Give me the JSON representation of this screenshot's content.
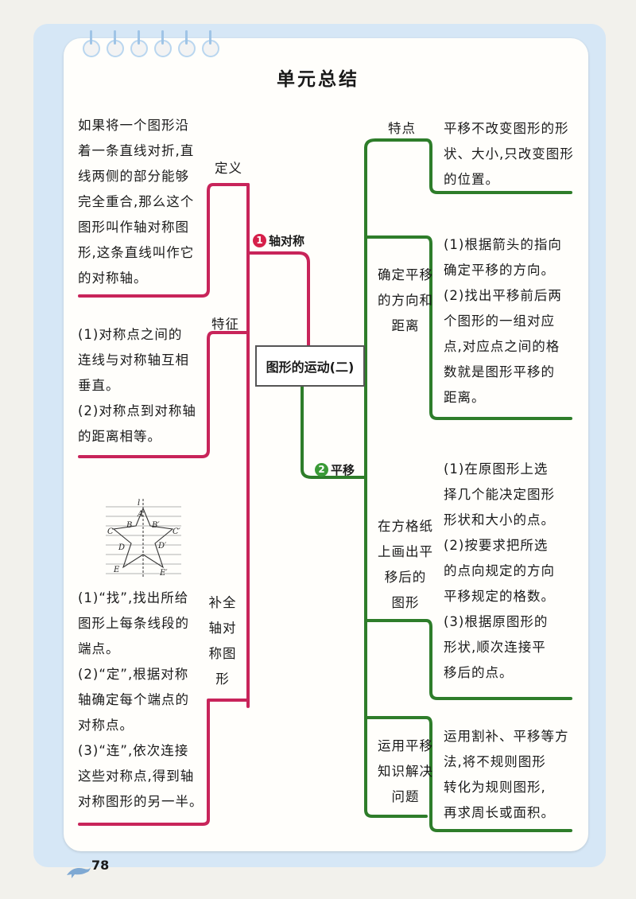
{
  "page_title": "单元总结",
  "center_topic": "图形的运动(二)",
  "page_number": "78",
  "colors": {
    "axis_branch": "#c8245a",
    "translation_branch": "#2e7d2a",
    "badge_red": "#d6204a",
    "badge_green": "#3a9a36"
  },
  "branches": {
    "axis_symmetry": {
      "number": "1",
      "label": "轴对称",
      "definition": {
        "label": "定义",
        "text": "如果将一个图形沿\n着一条直线对折,直\n线两侧的部分能够\n完全重合,那么这个\n图形叫作轴对称图\n形,这条直线叫作它\n的对称轴。"
      },
      "feature": {
        "label": "特征",
        "text": "(1)对称点之间的\n连线与对称轴互相\n垂直。\n(2)对称点到对称轴\n的距离相等。"
      },
      "complete": {
        "label": "补全\n轴对\n称图\n形",
        "text": "(1)“找”,找出所给\n图形上每条线段的\n端点。\n(2)“定”,根据对称\n轴确定每个端点的\n对称点。\n(3)“连”,依次连接\n这些对称点,得到轴\n对称图形的另一半。",
        "figure_labels": {
          "l": "l",
          "A": "A",
          "B": "B",
          "B2": "B′",
          "C": "C",
          "C2": "C′",
          "D": "D",
          "D2": "D′",
          "E": "E",
          "E2": "E′"
        }
      }
    },
    "translation": {
      "number": "2",
      "label": "平移",
      "feature": {
        "label": "特点",
        "text": "平移不改变图形的形\n状、大小,只改变图形\n的位置。"
      },
      "direction": {
        "label": "确定平移\n的方向和\n距离",
        "text": "(1)根据箭头的指向\n确定平移的方向。\n(2)找出平移前后两\n个图形的一组对应\n点,对应点之间的格\n数就是图形平移的\n距离。"
      },
      "draw": {
        "label": "在方格纸\n上画出平\n移后的\n图形",
        "text": "(1)在原图形上选\n择几个能决定图形\n形状和大小的点。\n(2)按要求把所选\n的点向规定的方向\n平移规定的格数。\n(3)根据原图形的\n形状,顺次连接平\n移后的点。"
      },
      "apply": {
        "label": "运用平移\n知识解决\n问题",
        "text": "运用割补、平移等方\n法,将不规则图形\n转化为规则图形,\n再求周长或面积。"
      }
    }
  }
}
